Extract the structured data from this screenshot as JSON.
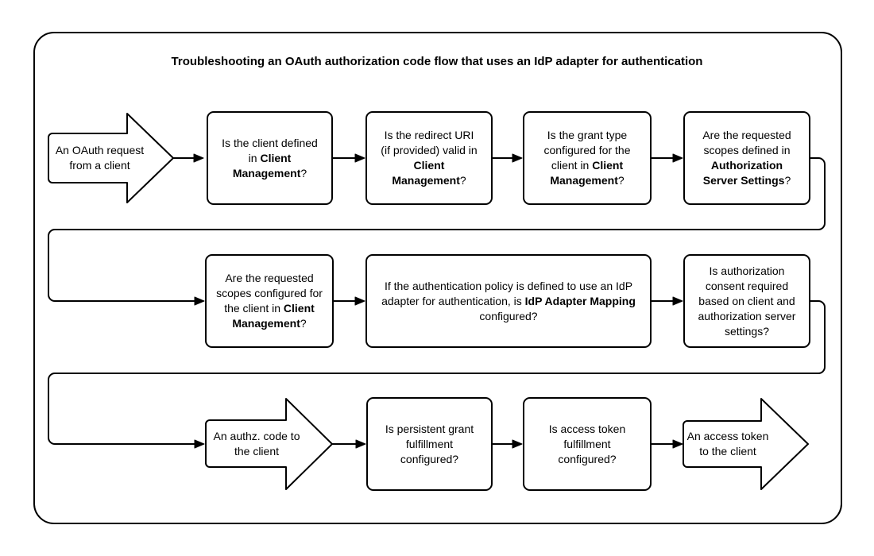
{
  "title": "Troubleshooting an OAuth authorization code flow that uses an IdP adapter for authentication",
  "colors": {
    "line": "#000000",
    "shape_fill": "#ffffff",
    "text": "#000000",
    "background": "#ffffff"
  },
  "nodes": {
    "oauth_request": {
      "label": "An OAuth request from a client"
    },
    "client_defined": {
      "pre": "Is the client defined in ",
      "bold": "Client Management",
      "post": "?"
    },
    "redirect_uri": {
      "pre": "Is the redirect URI (if provided) valid in ",
      "bold": "Client Management",
      "post": "?"
    },
    "grant_type": {
      "pre": "Is the grant type configured for the client in ",
      "bold": "Client Management",
      "post": "?"
    },
    "scopes_defined": {
      "pre": "Are the requested scopes defined in ",
      "bold": "Authorization Server Settings",
      "post": "?"
    },
    "scopes_configured": {
      "pre": "Are the requested scopes configured for the client in ",
      "bold": "Client Management",
      "post": "?"
    },
    "idp_adapter_mapping": {
      "pre": "If the authentication policy is defined to use an IdP adapter for authentication, is ",
      "bold": "IdP Adapter Mapping",
      "post": " configured?"
    },
    "authorization_consent": {
      "label": "Is authorization consent required based on client and authorization server settings?"
    },
    "authz_code": {
      "label": "An authz. code to the client"
    },
    "persistent_grant": {
      "label": "Is persistent grant fulfillment configured?"
    },
    "access_token_fulfillment": {
      "label": "Is access token fulfillment configured?"
    },
    "access_token": {
      "label": "An access token to the client"
    }
  }
}
